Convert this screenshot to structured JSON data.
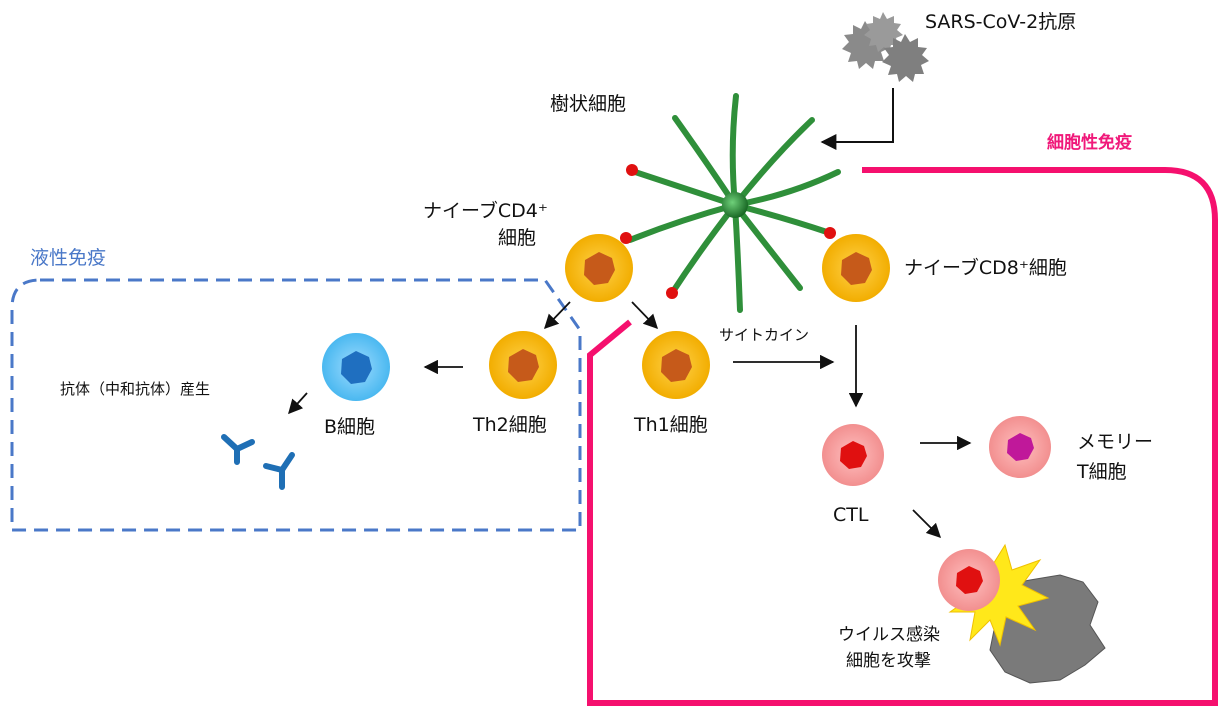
{
  "colors": {
    "humoral_border": "#4a78c8",
    "cellular_border": "#f5106e",
    "dendritic": "#2f8f3a",
    "naive_cell": "#f5b400",
    "naive_nucleus": "#c65a1a",
    "b_cell": "#5cc3f5",
    "b_nucleus": "#1f6fc0",
    "ctl_cell": "#f6a0a0",
    "ctl_nucleus": "#e01010",
    "memory_nucleus": "#c0189a",
    "antibody": "#1f6fb5",
    "antigen": "#8a8a8a",
    "infected_cell": "#7a7a7a",
    "burst": "#ffe81a"
  },
  "labels": {
    "antigen": "SARS-CoV-2抗原",
    "dendritic_cell": "樹状細胞",
    "cellular_immunity": "細胞性免疫",
    "humoral_immunity": "液性免疫",
    "naive_cd4_line1": "ナイーブCD4⁺",
    "naive_cd4_line2": "細胞",
    "naive_cd8": "ナイーブCD8⁺細胞",
    "cytokine": "サイトカイン",
    "antibody_production": "抗体（中和抗体）産生",
    "b_cell": "B細胞",
    "th2_cell": "Th2細胞",
    "th1_cell": "Th1細胞",
    "ctl": "CTL",
    "memory_line1": "メモリー",
    "memory_line2": "T細胞",
    "attack_line1": "ウイルス感染",
    "attack_line2": "細胞を攻撃"
  }
}
